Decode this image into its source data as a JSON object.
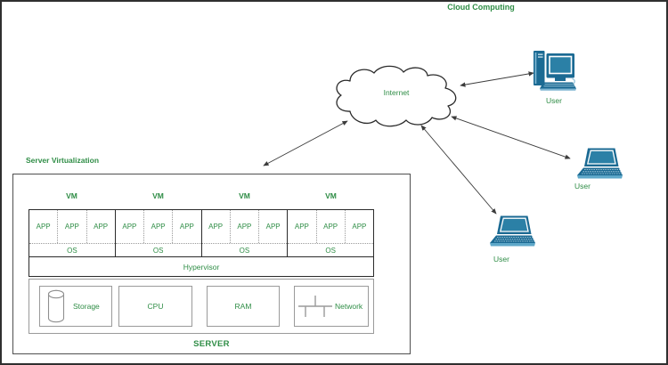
{
  "colors": {
    "green": "#2F8D46",
    "blue": "#1B6A93",
    "blue-mid": "#2B80A6",
    "blue-light": "#7FB6D2",
    "arrow": "#3C3C3C",
    "border-gray": "#9A9A9A"
  },
  "titles": {
    "main": "Cloud Computing",
    "server_virtualization": "Server Virtualization"
  },
  "cloud": {
    "label": "Internet",
    "icon": "cloud-outline-icon"
  },
  "users": [
    {
      "label": "User",
      "device_icon": "desktop-computer-icon"
    },
    {
      "label": "User",
      "device_icon": "laptop-icon"
    },
    {
      "label": "User",
      "device_icon": "laptop-icon"
    }
  ],
  "server": {
    "label": "SERVER",
    "hypervisor": "Hypervisor",
    "vms": [
      {
        "label": "VM",
        "apps": [
          "APP",
          "APP",
          "APP"
        ],
        "os": "OS"
      },
      {
        "label": "VM",
        "apps": [
          "APP",
          "APP",
          "APP"
        ],
        "os": "OS"
      },
      {
        "label": "VM",
        "apps": [
          "APP",
          "APP",
          "APP"
        ],
        "os": "OS"
      },
      {
        "label": "VM",
        "apps": [
          "APP",
          "APP",
          "APP"
        ],
        "os": "OS"
      }
    ],
    "hardware": [
      {
        "label": "Storage",
        "icon": "database-cylinder-icon"
      },
      {
        "label": "CPU",
        "icon": ""
      },
      {
        "label": "RAM",
        "icon": ""
      },
      {
        "label": "Network",
        "icon": "network-bus-icon"
      }
    ]
  }
}
